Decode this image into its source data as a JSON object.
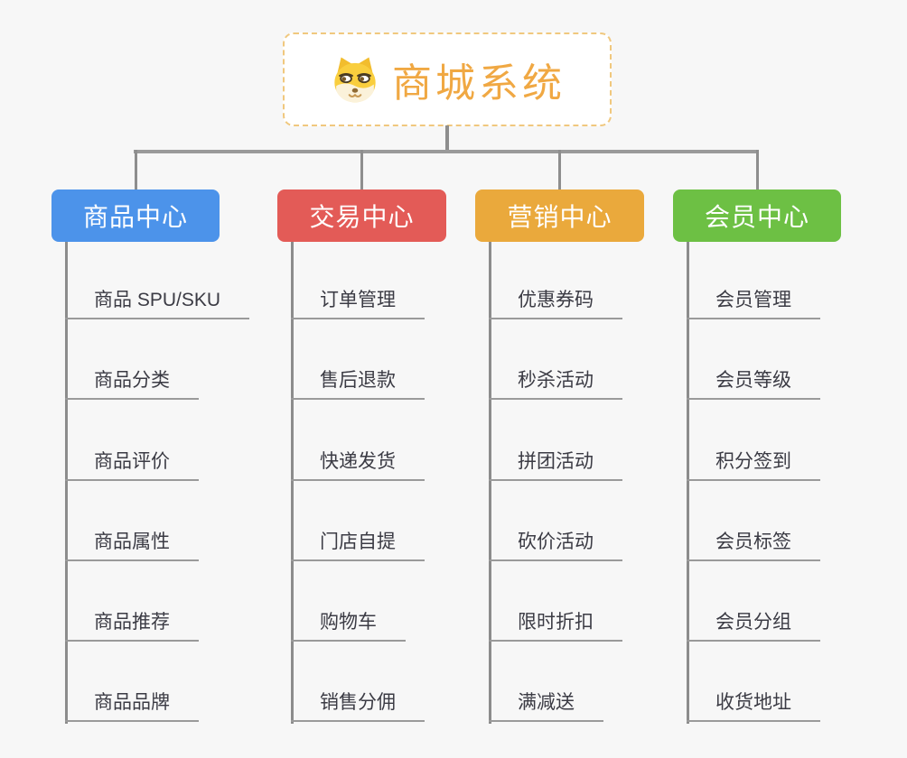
{
  "root": {
    "title": "商城系统",
    "icon": "dog-face-icon"
  },
  "branches": [
    {
      "label": "商品中心",
      "color": "#4c93ea",
      "items": [
        "商品 SPU/SKU",
        "商品分类",
        "商品评价",
        "商品属性",
        "商品推荐",
        "商品品牌"
      ]
    },
    {
      "label": "交易中心",
      "color": "#e35b57",
      "items": [
        "订单管理",
        "售后退款",
        "快递发货",
        "门店自提",
        "购物车",
        "销售分佣"
      ]
    },
    {
      "label": "营销中心",
      "color": "#eaa93c",
      "items": [
        "优惠券码",
        "秒杀活动",
        "拼团活动",
        "砍价活动",
        "限时折扣",
        "满减送"
      ]
    },
    {
      "label": "会员中心",
      "color": "#6dc044",
      "items": [
        "会员管理",
        "会员等级",
        "积分签到",
        "会员标签",
        "会员分组",
        "收货地址"
      ]
    }
  ],
  "colors": {
    "background": "#f7f7f7",
    "connector": "#8e8e8e",
    "underline": "#9a9a9a",
    "root_border": "#f0c87e",
    "root_title": "#f0a843"
  }
}
